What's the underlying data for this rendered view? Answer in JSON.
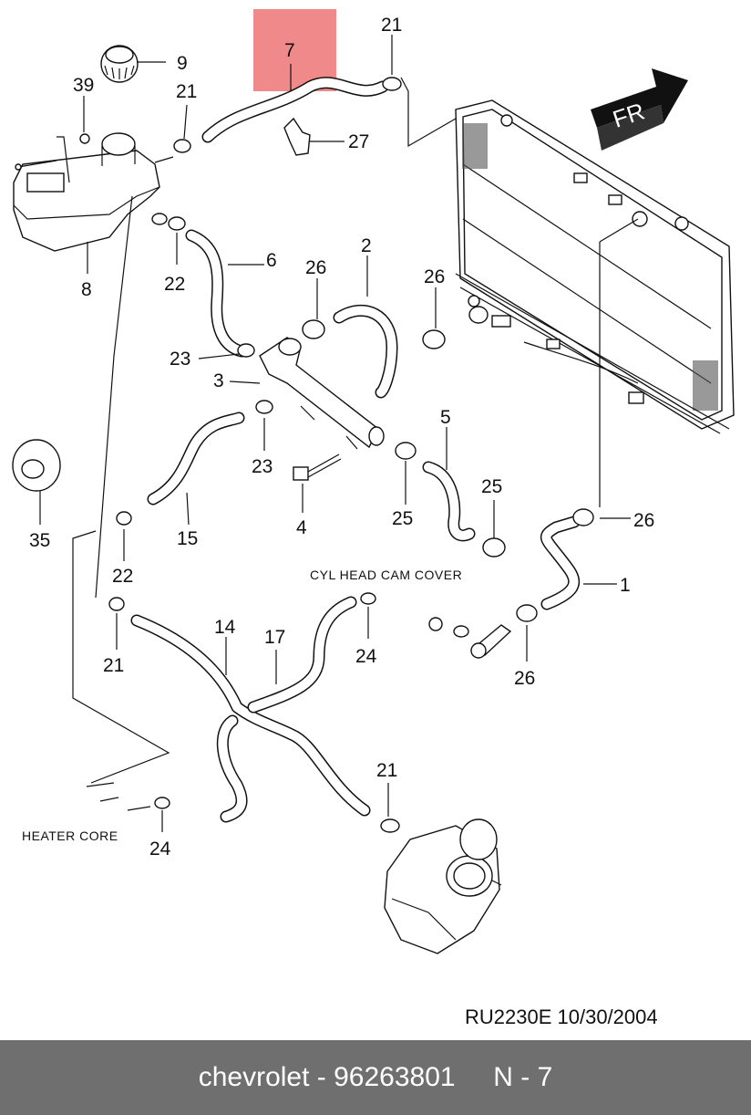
{
  "diagram": {
    "highlight_color": "#f08a8a",
    "direction_badge": "FR",
    "callouts": {
      "c1": "1",
      "c2": "2",
      "c3": "3",
      "c4": "4",
      "c5": "5",
      "c6": "6",
      "c7": "7",
      "c8": "8",
      "c9": "9",
      "c14": "14",
      "c15": "15",
      "c17": "17",
      "c21a": "21",
      "c21b": "21",
      "c21c": "21",
      "c21d": "21",
      "c22a": "22",
      "c22b": "22",
      "c23a": "23",
      "c23b": "23",
      "c24a": "24",
      "c24b": "24",
      "c25a": "25",
      "c25b": "25",
      "c26a": "26",
      "c26b": "26",
      "c26c": "26",
      "c26d": "26",
      "c27": "27",
      "c35": "35",
      "c39": "39"
    },
    "notes": {
      "cam_cover": "CYL HEAD CAM COVER",
      "heater_core": "HEATER  CORE"
    },
    "ref_code": "RU2230E  10/30/2004"
  },
  "footer": {
    "text": "chevrolet - 96263801     N - 7",
    "background": "#6f6f6f"
  }
}
